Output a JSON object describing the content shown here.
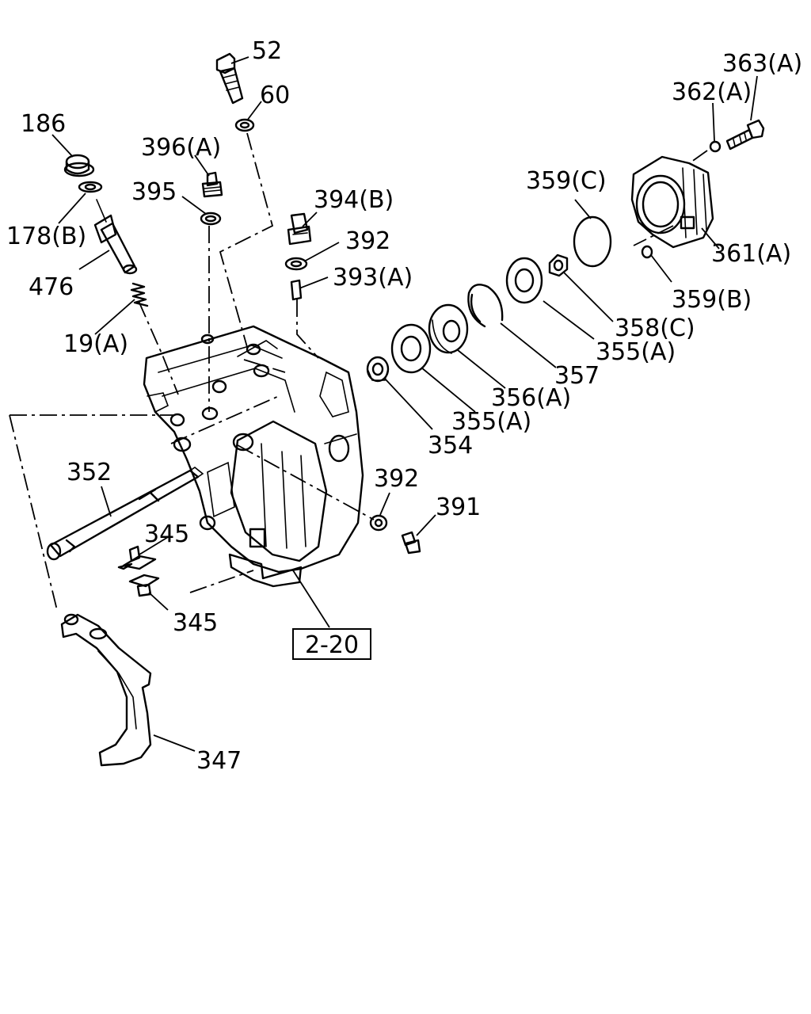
{
  "labels": {
    "p52": "52",
    "p60": "60",
    "p186": "186",
    "p396a": "396(A)",
    "p395": "395",
    "p178b": "178(B)",
    "p476": "476",
    "p19a": "19(A)",
    "p394b": "394(B)",
    "p392top": "392",
    "p393a": "393(A)",
    "p363a": "363(A)",
    "p362a": "362(A)",
    "p359c": "359(C)",
    "p361a": "361(A)",
    "p359b": "359(B)",
    "p358c": "358(C)",
    "p355a_top": "355(A)",
    "p357": "357",
    "p356a": "356(A)",
    "p355a_low": "355(A)",
    "p354": "354",
    "p352": "352",
    "p345_upper": "345",
    "p345_lower": "345",
    "p392_low": "392",
    "p391": "391",
    "ref_box": "2-20",
    "p347": "347"
  }
}
